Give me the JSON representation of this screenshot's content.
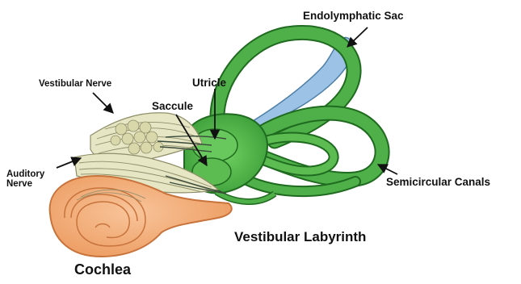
{
  "labels": {
    "endolymphatic_sac": "Endolymphatic Sac",
    "vestibular_nerve": "Vestibular Nerve",
    "utricle": "Utricle",
    "saccule": "Saccule",
    "auditory_nerve": "Auditory\nNerve",
    "semicircular_canals": "Semicircular Canals",
    "vestibular_labyrinth": "Vestibular Labyrinth",
    "cochlea": "Cochlea"
  },
  "colors": {
    "labyrinth_green": "#3ea33e",
    "labyrinth_dark": "#1f6b1f",
    "sac_blue": "#9cc3e6",
    "cochlea_orange": "#f2a973",
    "cochlea_dark": "#c8733c",
    "nerve_fiber": "#e6e6c4",
    "nerve_line": "#8f8f6a",
    "arrow": "#111111"
  }
}
